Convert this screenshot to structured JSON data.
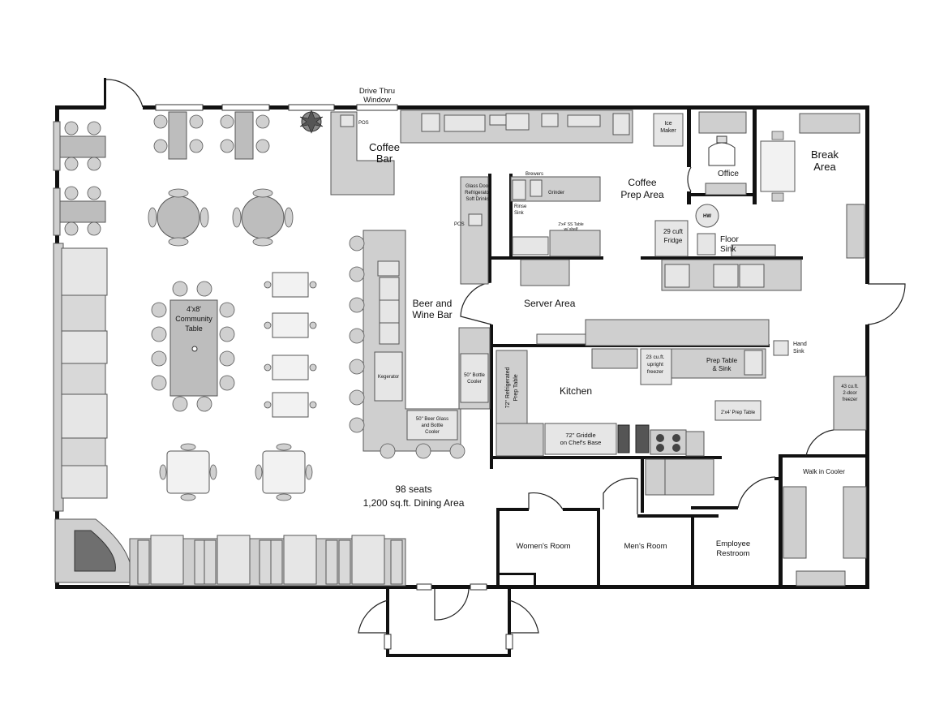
{
  "labels": {
    "drive_thru": [
      "Drive Thru",
      "Window"
    ],
    "pos_top": "POS",
    "coffee_bar": [
      "Coffee",
      "Bar"
    ],
    "ice_maker": [
      "Ice",
      "Maker"
    ],
    "office": "Office",
    "break_area": [
      "Break",
      "Area"
    ],
    "glass_door_fridge": [
      "Glass Door",
      "Refrigerator",
      "Soft Drinks"
    ],
    "pos_bar": "POS",
    "brewers": "Brewers",
    "grinder": "Grinder",
    "rinse_sink": [
      "Rinse",
      "Sink"
    ],
    "ss_table": [
      "2'x4' SS Table",
      "w/ shelf"
    ],
    "coffee_prep": [
      "Coffee",
      "Prep Area"
    ],
    "hw": "HW",
    "fridge_29": [
      "29 cuft",
      "Fridge"
    ],
    "floor_sink": [
      "Floor",
      "Sink"
    ],
    "beer_wine_bar": [
      "Beer and",
      "Wine Bar"
    ],
    "server_area": "Server Area",
    "kegerator": "Kegerator",
    "bottle_cooler_50": [
      "50\" Bottle",
      "Cooler"
    ],
    "beer_glass_cooler": [
      "50\" Beer Glass",
      "and Bottle",
      "Cooler"
    ],
    "hand_sink": [
      "Hand",
      "Sink"
    ],
    "upright_freezer": [
      "23 cu.ft.",
      "upright",
      "freezer"
    ],
    "prep_table_sink": [
      "Prep Table",
      "& Sink"
    ],
    "refrig_prep_table": [
      "72\" Refrigerated",
      "Prep Table"
    ],
    "kitchen": "Kitchen",
    "prep_table_2x4": "2'x4' Prep Table",
    "freezer_43": [
      "43 cu.ft.",
      "2-door",
      "freezer"
    ],
    "griddle": [
      "72\" Griddle",
      "on Chef's Base"
    ],
    "community_table": [
      "4'x8'",
      "Community",
      "Table"
    ],
    "dining_area": [
      "98 seats",
      "1,200 sq.ft. Dining Area"
    ],
    "walk_in_cooler": "Walk in Cooler",
    "womens_room": "Women's Room",
    "mens_room": "Men's Room",
    "employee_restroom": [
      "Employee",
      "Restroom"
    ]
  },
  "icons": [
    "plant-icon",
    "door-swing-icon",
    "chair-icon",
    "stove-burner-icon",
    "sink-icon"
  ]
}
